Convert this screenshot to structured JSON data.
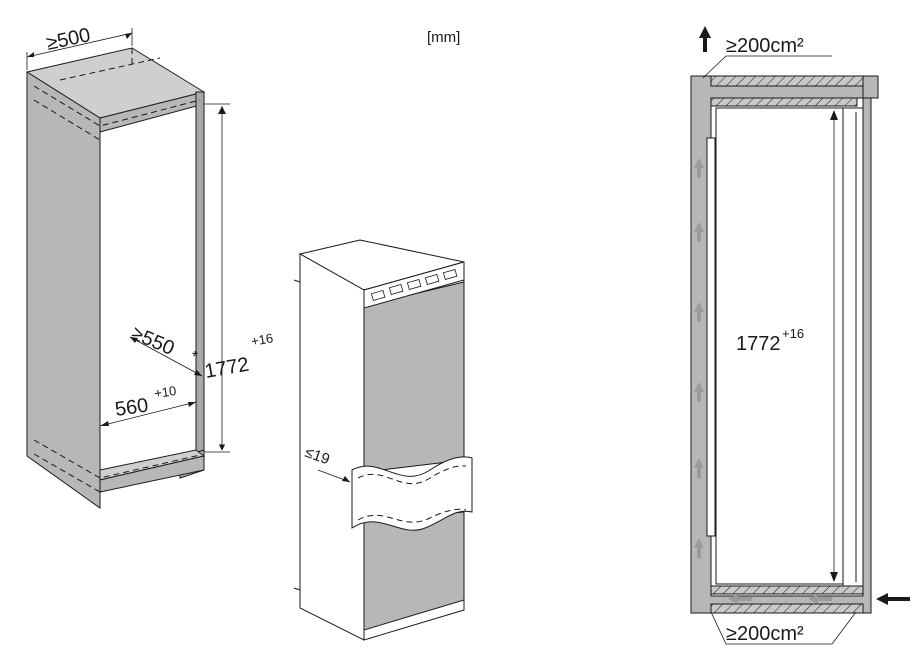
{
  "unit_label": "[mm]",
  "cabinet": {
    "depth_top": "≥500",
    "depth_inner": "≥550",
    "depth_inner_mark": "*",
    "width": "560",
    "width_tolerance": "+10",
    "height": "1772",
    "height_tolerance": "+16"
  },
  "appliance": {
    "door_gap": "≤19"
  },
  "section": {
    "vent_top": "≥200cm²",
    "vent_bottom": "≥200cm²",
    "height": "1772",
    "height_tolerance": "+16"
  },
  "colors": {
    "panel": "#b7b7b7",
    "line": "#1a1a1a",
    "airflow_arrow": "#9a9a9a"
  }
}
